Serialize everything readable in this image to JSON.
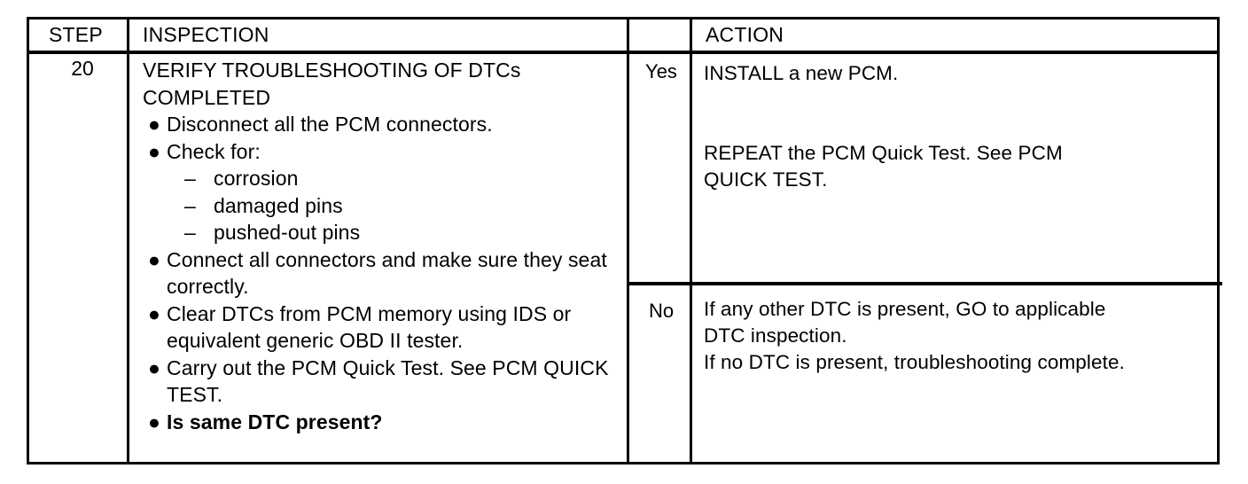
{
  "table": {
    "headers": {
      "step": "STEP",
      "inspection": "INSPECTION",
      "result": "",
      "action": "ACTION"
    },
    "row": {
      "step_number": "20",
      "inspection": {
        "title": "VERIFY TROUBLESHOOTING OF DTCs\nCOMPLETED",
        "bullet_char": "●",
        "dash_char": "–",
        "items": [
          {
            "text": "Disconnect all the PCM connectors.",
            "bold": false,
            "subitems": []
          },
          {
            "text": "Check for:",
            "bold": false,
            "subitems": [
              "corrosion",
              "damaged pins",
              "pushed-out pins"
            ]
          },
          {
            "text": "Connect all connectors and make sure they seat correctly.",
            "bold": false,
            "subitems": []
          },
          {
            "text": "Clear DTCs from PCM memory using IDS or equivalent generic OBD II tester.",
            "bold": false,
            "subitems": []
          },
          {
            "text": "Carry out the PCM Quick Test. See PCM QUICK TEST.",
            "bold": false,
            "subitems": []
          },
          {
            "text": "Is same DTC present?",
            "bold": true,
            "subitems": []
          }
        ]
      },
      "results": {
        "yes_label": "Yes",
        "no_label": "No"
      },
      "actions": {
        "yes_primary": "INSTALL a new PCM.",
        "yes_secondary": "REPEAT the PCM Quick Test. See PCM\nQUICK TEST.",
        "no": "If any other DTC is present, GO to applicable\nDTC inspection.\nIf no DTC is present, troubleshooting complete."
      }
    }
  },
  "colors": {
    "ink": "#000000",
    "paper": "#ffffff"
  }
}
